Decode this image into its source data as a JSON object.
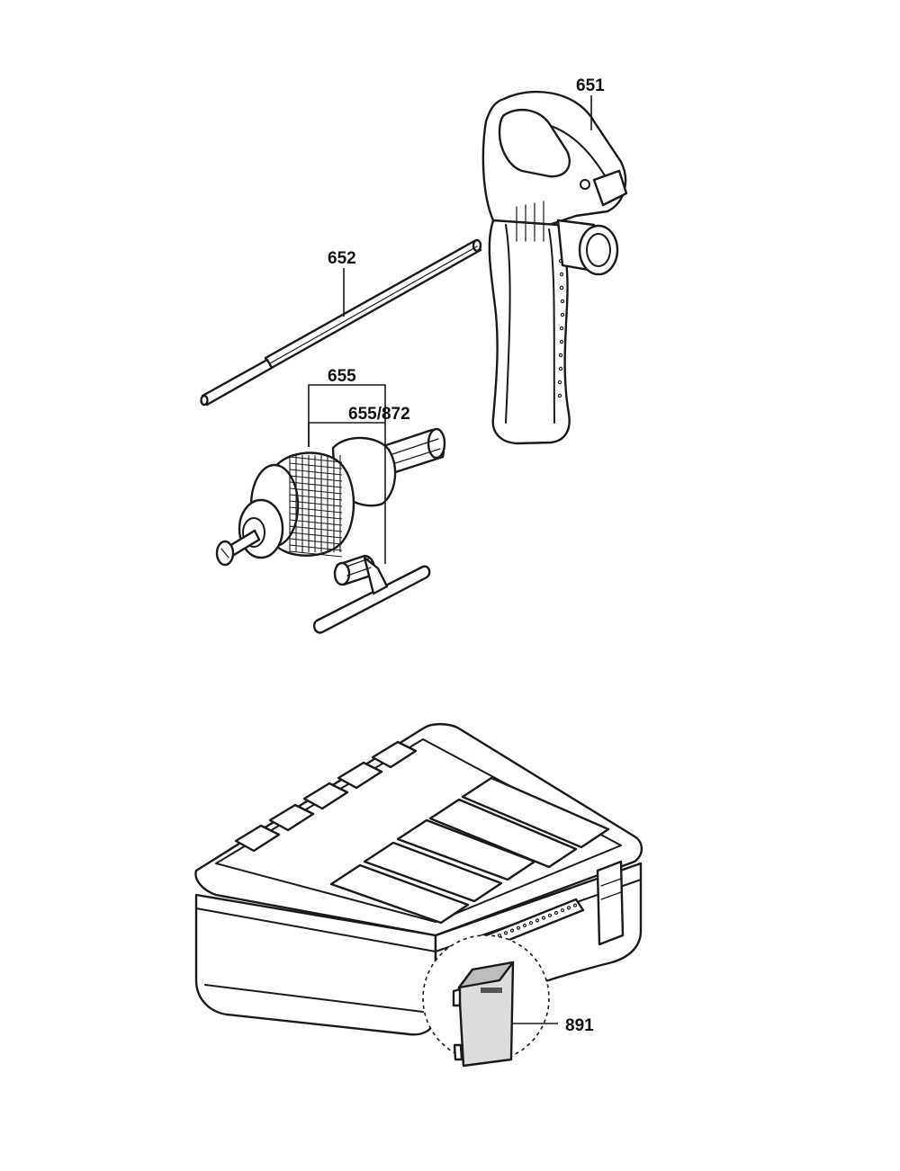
{
  "labels": {
    "handle": "651",
    "depth_rod": "652",
    "chuck": "655",
    "chuck_key": "655/872",
    "case_tag": "891"
  }
}
